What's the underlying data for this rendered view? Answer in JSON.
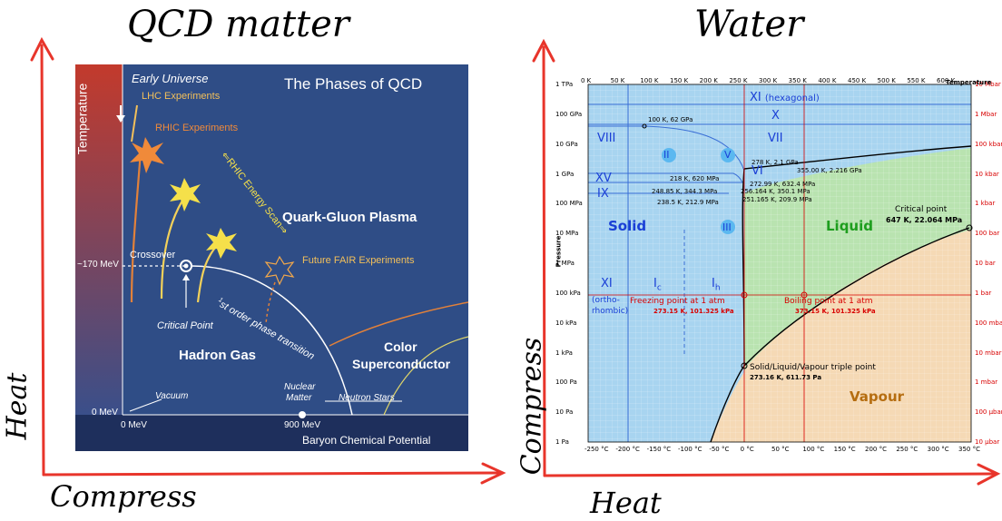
{
  "titles": {
    "left": "QCD matter",
    "right": "Water"
  },
  "axes": {
    "left_y": "Heat",
    "left_x": "Compress",
    "right_y": "Compress",
    "right_x": "Heat"
  },
  "colors": {
    "arrow": "#e8352b",
    "qcd_bg": "#2f4d86",
    "solid": "#a8d4f0",
    "liquid": "#b9e3b0",
    "vapour": "#f5d9b5"
  },
  "qcd": {
    "title": "The Phases of QCD",
    "temperature": "Temperature",
    "early_universe": "Early Universe",
    "lhc": "LHC Experiments",
    "rhic": "RHIC Experiments",
    "rhic_scan": "⇐RHIC Energy Scan⇒",
    "qgp": "Quark-Gluon Plasma",
    "future_fair": "Future FAIR Experiments",
    "crossover": "Crossover",
    "mev170": "~170 MeV",
    "critical_point": "Critical Point",
    "first_order_sup": "1",
    "first_order": "st order phase transition",
    "hadron_gas": "Hadron Gas",
    "color_super_1": "Color",
    "color_super_2": "Superconductor",
    "nuclear_1": "Nuclear",
    "nuclear_2": "Matter",
    "neutron_stars": "Neutron Stars",
    "vacuum": "Vacuum",
    "mev0_y": "0 MeV",
    "mev0_x": "0 MeV",
    "mev900": "900 MeV",
    "baryon": "Baryon Chemical Potential"
  },
  "water": {
    "top_ticks": [
      "0 K",
      "50 K",
      "100 K",
      "150 K",
      "200 K",
      "250 K",
      "300 K",
      "350 K",
      "400 K",
      "450 K",
      "500 K",
      "550 K",
      "600 K"
    ],
    "top_unit": "Temperature",
    "bottom_ticks": [
      "-250 °C",
      "-200 °C",
      "-150 °C",
      "-100 °C",
      "-50 °C",
      "0 °C",
      "50 °C",
      "100 °C",
      "150 °C",
      "200 °C",
      "250 °C",
      "300 °C",
      "350 °C"
    ],
    "left_ticks": [
      "1 TPa",
      "100 GPa",
      "10 GPa",
      "1 GPa",
      "100 MPa",
      "10 MPa",
      "1 MPa",
      "100 kPa",
      "10 kPa",
      "1 kPa",
      "100 Pa",
      "10 Pa",
      "1 Pa"
    ],
    "right_ticks": [
      "10 Mbar",
      "1 Mbar",
      "100 kbar",
      "10 kbar",
      "1 kbar",
      "100 bar",
      "10 bar",
      "1 bar",
      "100 mbar",
      "10 mbar",
      "1 mbar",
      "100 µbar",
      "10 µbar"
    ],
    "pressure_label": "Pressure",
    "phases": {
      "xi_hex": "XI",
      "xi_hex_note": "(hexagonal)",
      "x": "X",
      "viii": "VIII",
      "vii": "VII",
      "ii": "II",
      "v": "V",
      "vi": "VI",
      "xv": "XV",
      "ix": "IX",
      "iii": "III",
      "solid": "Solid",
      "liquid": "Liquid",
      "vapour": "Vapour",
      "xi_ortho": "XI",
      "xi_ortho_note_1": "(ortho-",
      "xi_ortho_note_2": "rhombic)",
      "ic": "I",
      "ic_sub": "c",
      "ih": "I",
      "ih_sub": "h"
    },
    "points": {
      "p100k": "100 K, 62 GPa",
      "p278": "278 K, 2.1 GPa",
      "p355": "355.00 K, 2.216 GPa",
      "p218": "218 K, 620 MPa",
      "p272": "272.99 K, 632.4 MPa",
      "p248": "248.85 K, 344.3 MPa",
      "p256": "256.164 K, 350.1 MPa",
      "p251": "251.165 K, 209.9 MPa",
      "p238": "238.5 K, 212.9 MPa",
      "critical_title": "Critical point",
      "critical_val": "647 K, 22.064 MPa",
      "freezing_title": "Freezing point at 1 atm",
      "freezing_val": "273.15 K, 101.325 kPa",
      "boiling_title": "Boiling point at 1 atm",
      "boiling_val": "373.15 K, 101.325 kPa",
      "triple_title": "Solid/Liquid/Vapour triple point",
      "triple_val": "273.16 K, 611.73 Pa"
    }
  }
}
